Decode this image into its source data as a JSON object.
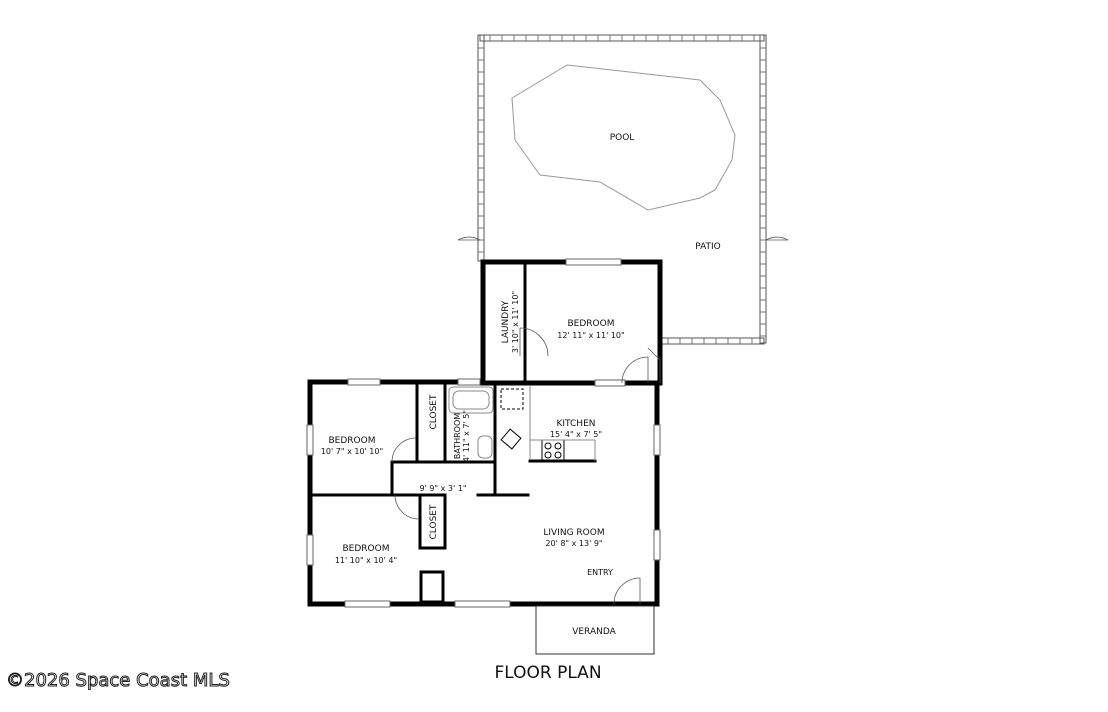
{
  "rooms": {
    "pool": "POOL",
    "patio": "PATIO",
    "bedroom_top": {
      "name": "BEDROOM",
      "dims": "12' 11\" x 11' 10\""
    },
    "laundry": {
      "name": "LAUNDRY",
      "dims": "3' 10\" x 11' 10\""
    },
    "bedroom_left_top": {
      "name": "BEDROOM",
      "dims": "10' 7\" x 10' 10\""
    },
    "closet_top": "CLOSET",
    "bathroom": {
      "name": "BATHROOM",
      "dims": "4' 11\" x 7' 5\""
    },
    "kitchen": {
      "name": "KITCHEN",
      "dims": "15' 4\" x 7' 5\""
    },
    "hall_dims": "9' 9\" x 3' 1\"",
    "bedroom_left_bottom": {
      "name": "BEDROOM",
      "dims": "11' 10\" x 10' 4\""
    },
    "closet_bottom": "CLOSET",
    "living_room": {
      "name": "LIVING ROOM",
      "dims": "20' 8\" x 13' 9\""
    },
    "entry": "ENTRY",
    "veranda": "VERANDA"
  },
  "caption": "FLOOR PLAN",
  "watermark": "©2026 Space Coast MLS"
}
